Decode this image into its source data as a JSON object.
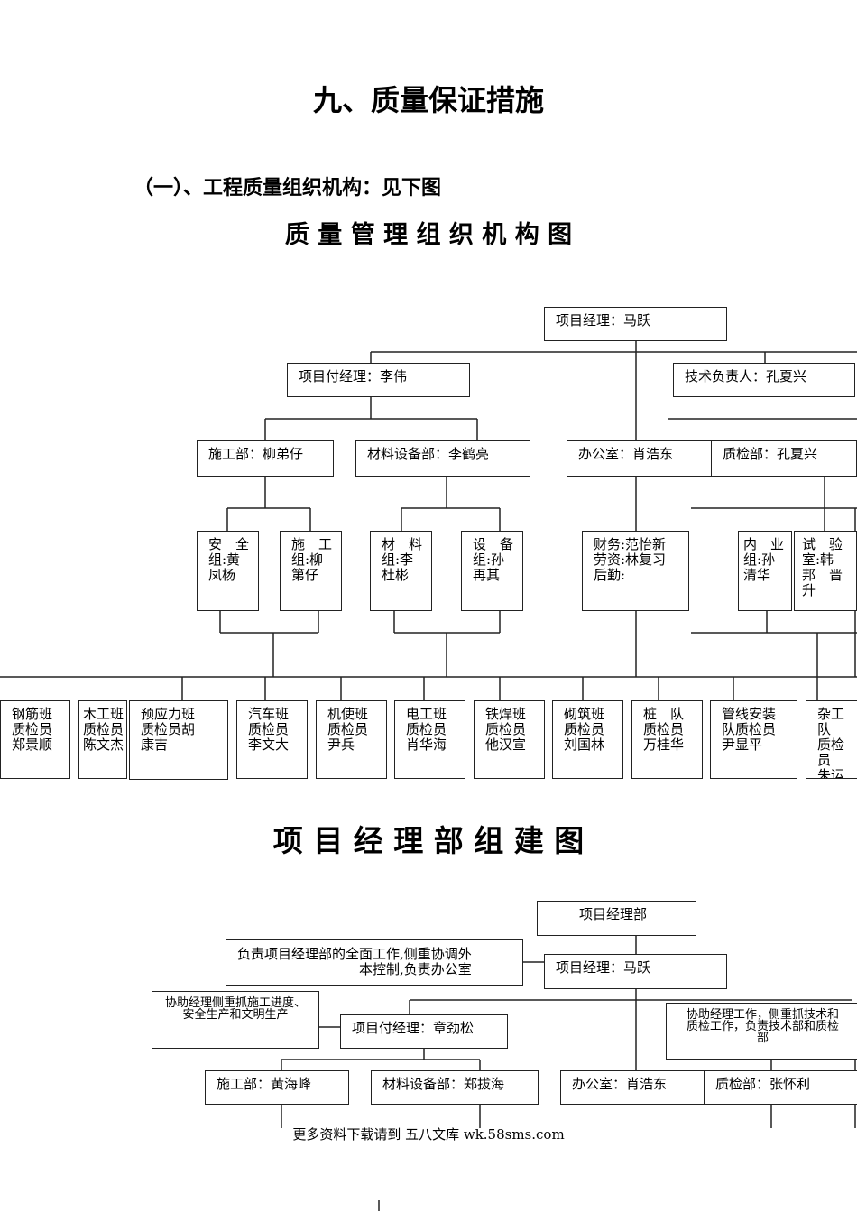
{
  "title": "九、质量保证措施",
  "section": "（一）、工程质量组织机构：见下图",
  "chart1": {
    "title": "质 量 管 理 组 织 机 构 图",
    "pm": "项目经理：马跃",
    "deputy": "项目付经理：李伟",
    "tech": "技术负责人：孔夏兴",
    "construction": "施工部：柳弟仔",
    "material": "材料设备部：李鹤亮",
    "office": "办公室：肖浩东",
    "qc": "质检部：孔夏兴",
    "safety": "安　全\n组:黄\n凤杨",
    "build_group": "施　工\n组:柳\n第仔",
    "material_group": "材　料\n组:李\n杜彬",
    "equipment_group": "设　备\n组:孙\n再其",
    "office_sub": "财务:范怡新\n劳资:林复习\n后勤:",
    "internal_group": "内　业\n组:孙\n清华",
    "lab": "试　验\n室:韩\n邦　晋\n升",
    "teams": [
      "钢筋班\n质检员\n郑景顺",
      "木工班\n质检员\n陈文杰",
      "预应力班\n质检员胡\n康吉",
      "汽车班\n质检员\n李文大",
      "机使班\n质检员\n尹兵",
      "电工班\n质检员\n肖华海",
      "铁焊班\n质检员\n他汉宣",
      "砌筑班\n质检员\n刘国林",
      "桩　队\n质检员\n万桂华",
      "管线安装\n队质检员\n尹显平",
      "杂工队\n质检员\n朱运生"
    ]
  },
  "chart2": {
    "title": "项 目 经 理 部 组 建 图",
    "dept": "项目经理部",
    "dept_desc": "负责项目经理部的全面工作,侧重协调外\n　　　　　　　　　本控制,负责办公室",
    "pm": "项目经理：马跃",
    "left_desc": "协助经理侧重抓施工进度、\n安全生产和文明生产",
    "deputy": "项目付经理：章劲松",
    "right_desc": "协助经理工作，侧重抓技术和\n质检工作，负责技术部和质检\n部",
    "construction": "施工部：黄海峰",
    "material": "材料设备部：郑拔海",
    "office": "办公室：肖浩东",
    "qc": "质检部：张怀利"
  },
  "footer": "更多资料下载请到 五八文库 wk.58sms.com"
}
